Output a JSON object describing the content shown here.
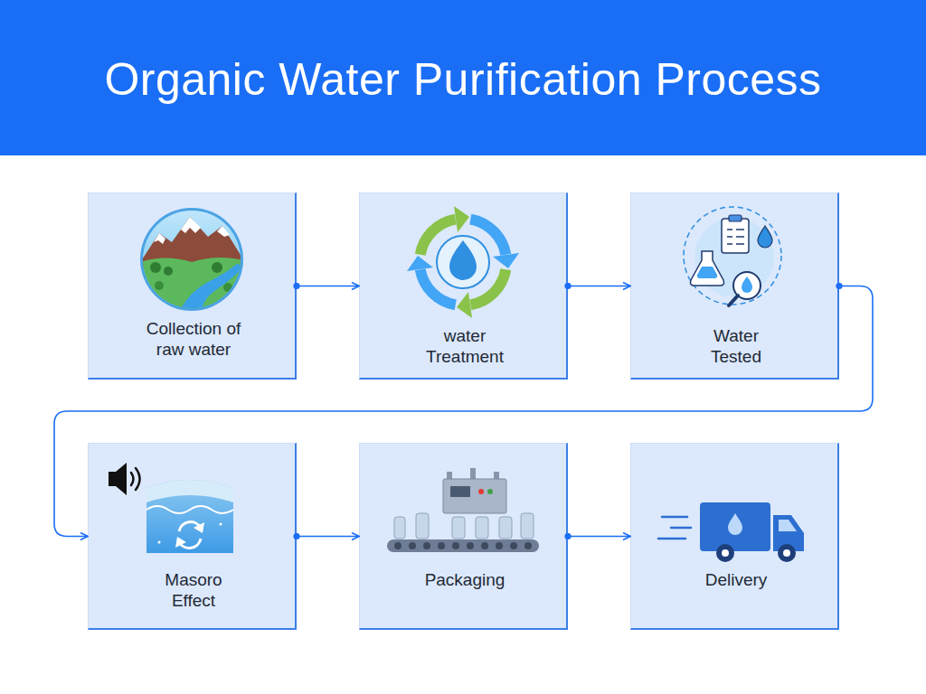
{
  "diagram": {
    "title": "Organic Water Purification Process",
    "nodes": [
      {
        "text": [
          "Collection of raw water"
        ]
      },
      {
        "text": [
          "water Treatment"
        ]
      },
      {
        "text": [
          "Water Tested"
        ]
      },
      {
        "text": [
          "Masoro Effect"
        ]
      },
      {
        "text": [
          "Packaging"
        ]
      },
      {
        "text": [
          "Delivery"
        ]
      }
    ],
    "edges": [
      {
        "from": 0,
        "to": 1,
        "arrow": "to"
      },
      {
        "from": 1,
        "to": 2,
        "arrow": "to"
      },
      {
        "from": 2,
        "to": 3,
        "arrow": "to"
      },
      {
        "from": 3,
        "to": 4,
        "arrow": "to"
      },
      {
        "from": 4,
        "to": 5,
        "arrow": "to"
      }
    ]
  }
}
